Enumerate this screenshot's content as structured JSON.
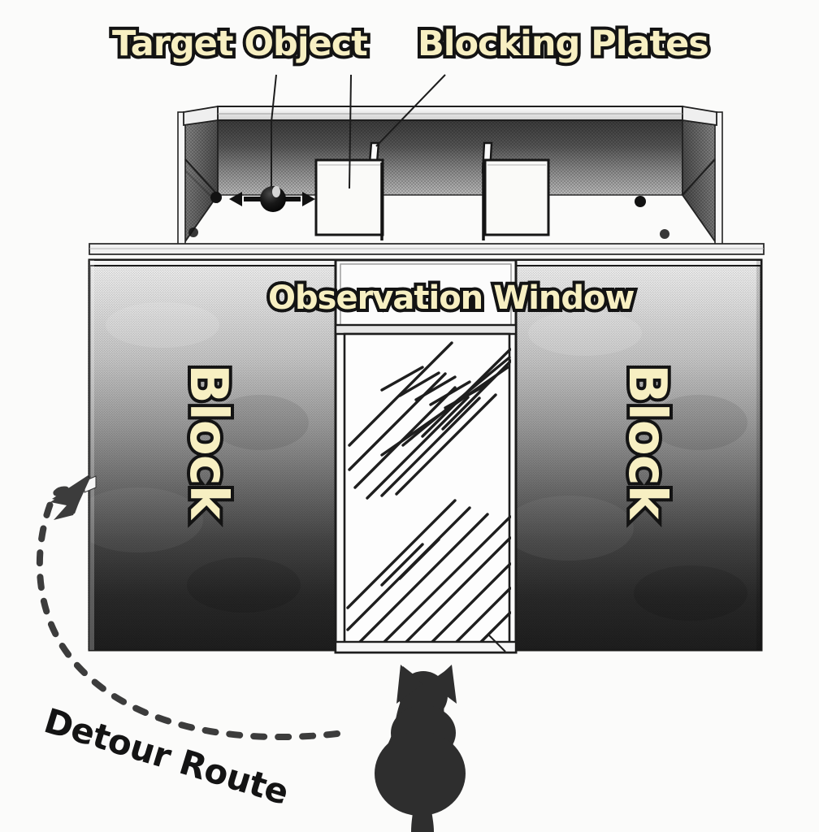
{
  "figure": {
    "kind": "experiment-apparatus-diagram",
    "subject": "cat detour / observation window task",
    "background_color": "#fbfbfa"
  },
  "labels": {
    "target_object": "Target Object",
    "blocking_plates": "Blocking Plates",
    "observation_window": "Observation Window",
    "block_left": "Block",
    "block_right": "Block",
    "detour_route": "Detour Route"
  },
  "colors": {
    "label_fill": "#F7EFC2",
    "label_outline": "#131313",
    "detour_text": "#141414",
    "ink": "#1a1a1a",
    "wall_light": "#e9e9e9",
    "wall_dark": "#1f1f1f",
    "plate_fill": "#fafaf8",
    "cat": "#2e2e2e"
  },
  "elements": {
    "enclosure": {
      "name": "open-top enclosure",
      "top_rim": "light gray band",
      "interior_walls": "halftone gradient, dark at top of back wall"
    },
    "target_object": {
      "name": "target object",
      "shape": "black sphere with highlight",
      "motion_arrows": [
        "left",
        "right"
      ]
    },
    "blocking_plates": {
      "count": 2,
      "fill": "white",
      "handle": "small tab at top"
    },
    "observation_window": {
      "name": "observation window",
      "glass_hint": "diagonal hatch reflections"
    },
    "blocks": {
      "count": 2,
      "fill": "vertical gradient light-to-dark with halftone texture"
    },
    "detour_route": {
      "style": "dashed curved arrow",
      "direction": "from right of cat, around left side, arrowhead pointing up-right into left block"
    },
    "cat": {
      "name": "cat silhouette",
      "view": "from behind, seated, ears up, tail down"
    }
  }
}
